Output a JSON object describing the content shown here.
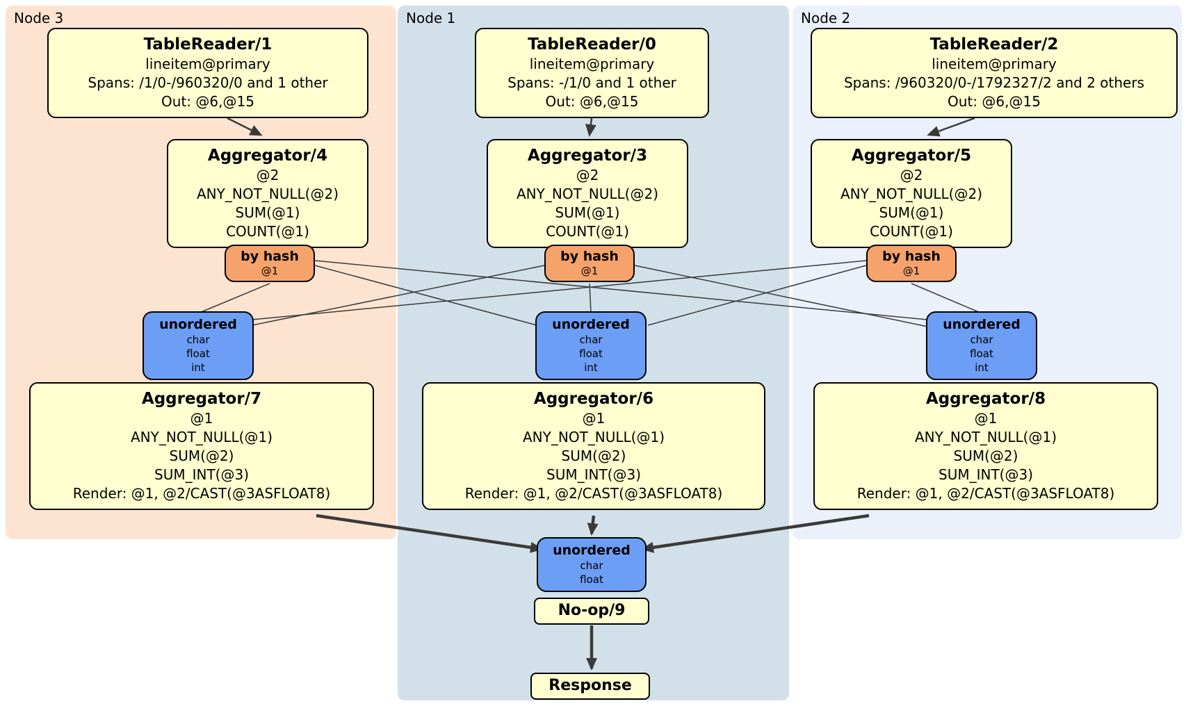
{
  "panels": {
    "node3": {
      "label": "Node 3"
    },
    "node1": {
      "label": "Node 1"
    },
    "node2": {
      "label": "Node 2"
    }
  },
  "colors": {
    "node3_bg": "#fce4d1",
    "node1_bg": "#d2e1e9",
    "node2_bg": "#eaf1fa",
    "processor_bg": "#ffffd0",
    "router_bg": "#f5a26b",
    "sync_bg": "#6d9ef5",
    "edge": "#3a3a3a"
  },
  "processors": {
    "tablereader1": {
      "title": "TableReader/1",
      "rows": [
        "lineitem@primary",
        "Spans: /1/0-/960320/0 and 1 other",
        "Out: @6,@15"
      ]
    },
    "tablereader0": {
      "title": "TableReader/0",
      "rows": [
        "lineitem@primary",
        "Spans: -/1/0 and 1 other",
        "Out: @6,@15"
      ]
    },
    "tablereader2": {
      "title": "TableReader/2",
      "rows": [
        "lineitem@primary",
        "Spans: /960320/0-/1792327/2 and 2 others",
        "Out: @6,@15"
      ]
    },
    "aggregator4": {
      "title": "Aggregator/4",
      "rows": [
        "@2",
        "ANY_NOT_NULL(@2)",
        "SUM(@1)",
        "COUNT(@1)"
      ]
    },
    "aggregator3": {
      "title": "Aggregator/3",
      "rows": [
        "@2",
        "ANY_NOT_NULL(@2)",
        "SUM(@1)",
        "COUNT(@1)"
      ]
    },
    "aggregator5": {
      "title": "Aggregator/5",
      "rows": [
        "@2",
        "ANY_NOT_NULL(@2)",
        "SUM(@1)",
        "COUNT(@1)"
      ]
    },
    "router_node3": {
      "title": "by hash",
      "rows": [
        "@1"
      ]
    },
    "router_node1": {
      "title": "by hash",
      "rows": [
        "@1"
      ]
    },
    "router_node2": {
      "title": "by hash",
      "rows": [
        "@1"
      ]
    },
    "sync_node3": {
      "title": "unordered",
      "rows": [
        "char",
        "float",
        "int"
      ]
    },
    "sync_node1": {
      "title": "unordered",
      "rows": [
        "char",
        "float",
        "int"
      ]
    },
    "sync_node2": {
      "title": "unordered",
      "rows": [
        "char",
        "float",
        "int"
      ]
    },
    "aggregator7": {
      "title": "Aggregator/7",
      "rows": [
        "@1",
        "ANY_NOT_NULL(@1)",
        "SUM(@2)",
        "SUM_INT(@3)",
        "Render: @1, @2/CAST(@3ASFLOAT8)"
      ]
    },
    "aggregator6": {
      "title": "Aggregator/6",
      "rows": [
        "@1",
        "ANY_NOT_NULL(@1)",
        "SUM(@2)",
        "SUM_INT(@3)",
        "Render: @1, @2/CAST(@3ASFLOAT8)"
      ]
    },
    "aggregator8": {
      "title": "Aggregator/8",
      "rows": [
        "@1",
        "ANY_NOT_NULL(@1)",
        "SUM(@2)",
        "SUM_INT(@3)",
        "Render: @1, @2/CAST(@3ASFLOAT8)"
      ]
    },
    "final_sync": {
      "title": "unordered",
      "rows": [
        "char",
        "float"
      ]
    },
    "noop": {
      "title": "No-op/9"
    },
    "response": {
      "title": "Response"
    }
  }
}
